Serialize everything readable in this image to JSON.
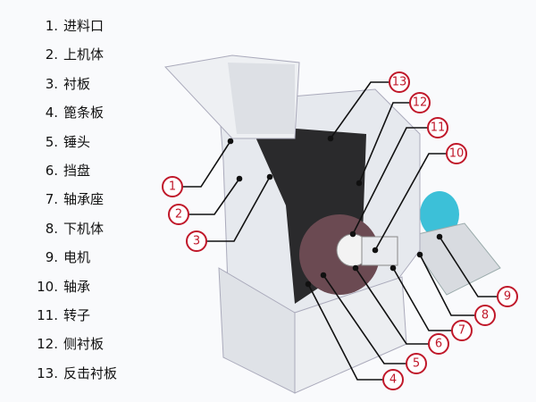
{
  "legend": [
    {
      "num": "1.",
      "label": "进料口"
    },
    {
      "num": "2.",
      "label": "上机体"
    },
    {
      "num": "3.",
      "label": "衬板"
    },
    {
      "num": "4.",
      "label": "篦条板"
    },
    {
      "num": "5.",
      "label": "锤头"
    },
    {
      "num": "6.",
      "label": "挡盘"
    },
    {
      "num": "7.",
      "label": "轴承座"
    },
    {
      "num": "8.",
      "label": "下机体"
    },
    {
      "num": "9.",
      "label": "电机"
    },
    {
      "num": "10.",
      "label": "轴承"
    },
    {
      "num": "11.",
      "label": "转子"
    },
    {
      "num": "12.",
      "label": "侧衬板"
    },
    {
      "num": "13.",
      "label": "反击衬板"
    }
  ],
  "callouts": [
    "1",
    "2",
    "3",
    "4",
    "5",
    "6",
    "7",
    "8",
    "9",
    "10",
    "11",
    "12",
    "13"
  ],
  "colors": {
    "callout": "#c0182a",
    "body": "#e4e7ec",
    "interior": "#2a2a2c"
  }
}
